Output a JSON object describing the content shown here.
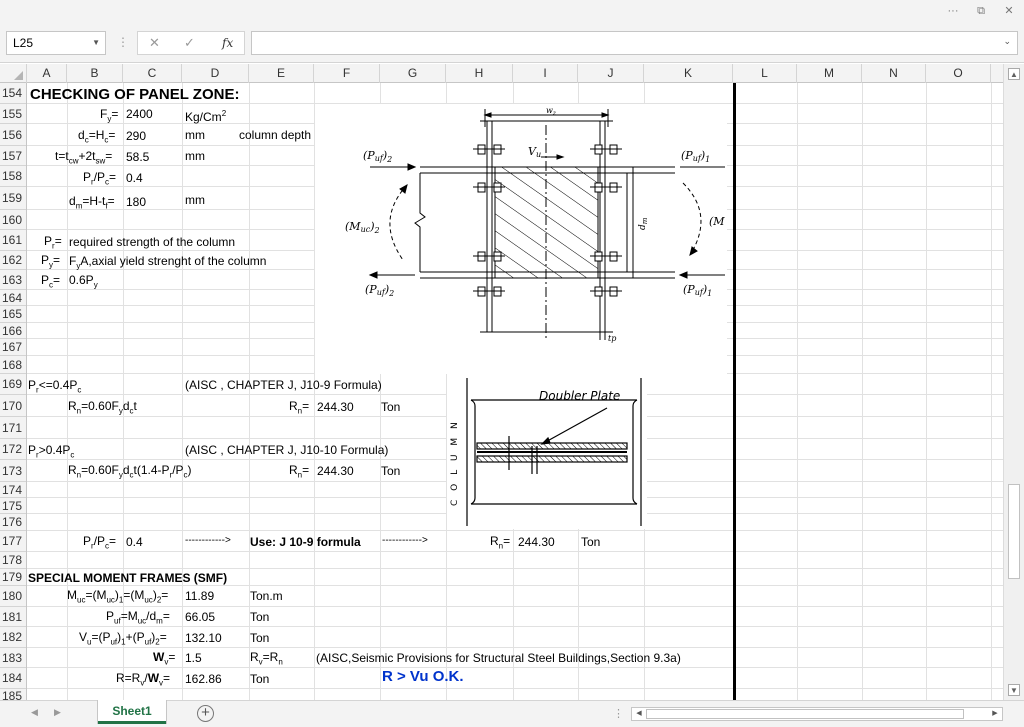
{
  "window": {
    "more_icon": "···",
    "restore_icon": "⧉",
    "close_icon": "✕"
  },
  "formula_bar": {
    "name_box": "L25",
    "cancel_icon": "✕",
    "enter_icon": "✓",
    "fx_label": "fx",
    "formula": ""
  },
  "columns": [
    "A",
    "B",
    "C",
    "D",
    "E",
    "F",
    "G",
    "H",
    "I",
    "J",
    "K",
    "L",
    "M",
    "N",
    "O"
  ],
  "rows": [
    "154",
    "155",
    "156",
    "157",
    "158",
    "159",
    "160",
    "161",
    "162",
    "163",
    "164",
    "165",
    "166",
    "167",
    "168",
    "169",
    "170",
    "171",
    "172",
    "173",
    "174",
    "175",
    "176",
    "177",
    "178",
    "179",
    "180",
    "181",
    "182",
    "183",
    "184",
    "185"
  ],
  "cells": {
    "r154_title": "CHECKING OF PANEL ZONE:",
    "r155_fy_label": "F",
    "r155_fy_val": "2400",
    "r155_unit": "Kg/Cm",
    "r156_dc_val": "290",
    "r156_unit": "mm",
    "r156_note": "column depth",
    "r157_t_val": "58.5",
    "r157_unit": "mm",
    "r158_ratio_val": "0.4",
    "r159_dm_val": "180",
    "r159_unit": "mm",
    "r161_note": "required strength of the column",
    "r162_note": "A,axial yield strenght of the column",
    "r163_note": "0.6P",
    "r169_ref": "(AISC , CHAPTER J, J10-9 Formula)",
    "r170_rn_val": "244.30",
    "r170_unit": "Ton",
    "r172_ref": "(AISC , CHAPTER J, J10-10 Formula)",
    "r173_rn_val": "244.30",
    "r173_unit": "Ton",
    "r177_ratio_val": "0.4",
    "r177_arrow1": "------------>",
    "r177_use": "Use: J 10-9 formula",
    "r177_arrow2": "------------>",
    "r177_rn_val": "244.30",
    "r177_unit": "Ton",
    "r179_title": "SPECIAL MOMENT FRAMES (SMF)",
    "r180_val": "11.89",
    "r180_unit": "Ton.m",
    "r181_val": "66.05",
    "r181_unit": "Ton",
    "r182_val": "132.10",
    "r182_unit": "Ton",
    "r183_val": "1.5",
    "r183_ref": "(AISC,Seismic Provisions for Structural Steel Buildings,Section 9.3a)",
    "r184_val": "162.86",
    "r184_unit": "Ton",
    "r184_check": "R > Vu    O.K."
  },
  "figure1": {
    "p_left_top": "(P",
    "p_right_top": "(P",
    "p_left_bot": "(P",
    "p_right_bot": "(P",
    "m_left": "(M",
    "m_right": "(M",
    "vu": "V",
    "wz": "w",
    "dm": "d",
    "tp": "tp"
  },
  "figure2": {
    "doubler": "Doubler  Plate",
    "column": "C O L U M N"
  },
  "sheets": [
    {
      "name": "Sheet1",
      "active": true
    }
  ],
  "add_sheet_icon": "+",
  "colors": {
    "accent": "#217346",
    "ok_text": "#0033cc"
  }
}
